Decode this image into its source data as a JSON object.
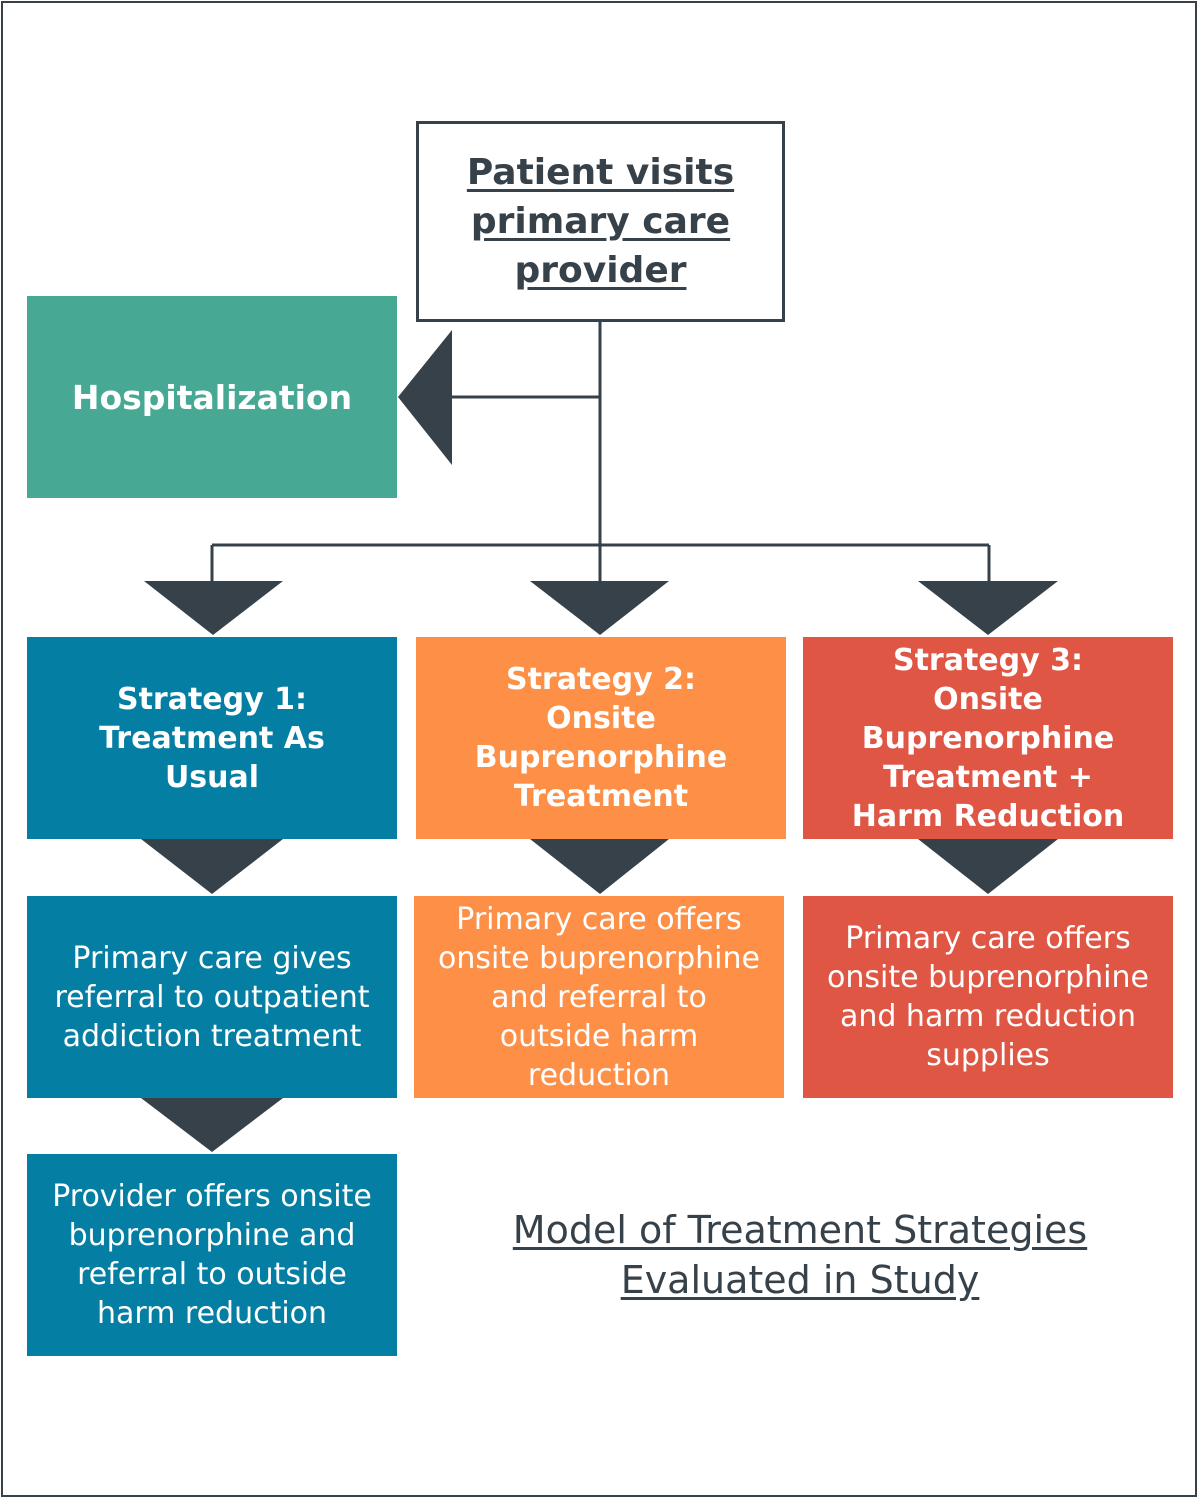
{
  "start_node": {
    "label": "Patient visits primary care provider"
  },
  "hospitalization": {
    "label": "Hospitalization"
  },
  "strategies": [
    {
      "title": "Strategy 1: Treatment As Usual",
      "description": "Primary care gives referral to outpatient addiction treatment",
      "followup": "Provider offers onsite buprenorphine and referral to outside harm reduction",
      "color": "#047ea3"
    },
    {
      "title": "Strategy 2: Onsite Buprenorphine Treatment",
      "description": "Primary care offers onsite buprenorphine and referral to outside harm reduction",
      "color": "#fe8f47"
    },
    {
      "title": "Strategy 3: Onsite Buprenorphine Treatment + Harm Reduction",
      "description": "Primary care offers onsite buprenorphine and harm reduction supplies",
      "color": "#e05644"
    }
  ],
  "caption": "Model of Treatment Strategies Evaluated in Study",
  "colors": {
    "connector": "#36414a",
    "hospitalization": "#47a894",
    "frame": "#36414a"
  }
}
